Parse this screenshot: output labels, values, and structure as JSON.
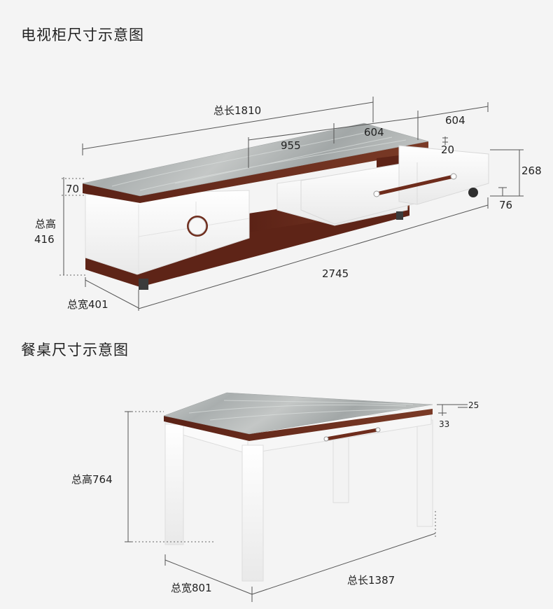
{
  "sections": {
    "tv_cabinet": {
      "title": "电视柜尺寸示意图",
      "labels": {
        "total_length": "总长1810",
        "extended_total": "2745",
        "drawer_width_top": "604",
        "drawer_width_side": "604",
        "center_span": "955",
        "top_thickness": "70",
        "total_height_line1": "总高",
        "total_height_line2": "416",
        "total_width": "总宽401",
        "drawer_height": "268",
        "drawer_gap": "20",
        "foot_height": "76"
      }
    },
    "dining_table": {
      "title": "餐桌尺寸示意图",
      "labels": {
        "total_height": "总高764",
        "total_width": "总宽801",
        "total_length": "总长1387",
        "top_thickness": "25",
        "apron_thickness": "33"
      }
    }
  },
  "colors": {
    "background": "#f4f4f4",
    "marble": "#b9bdbd",
    "walnut": "#6e2c1c",
    "white_lacquer": "#f7f7f7",
    "dimension_line": "#555555"
  }
}
